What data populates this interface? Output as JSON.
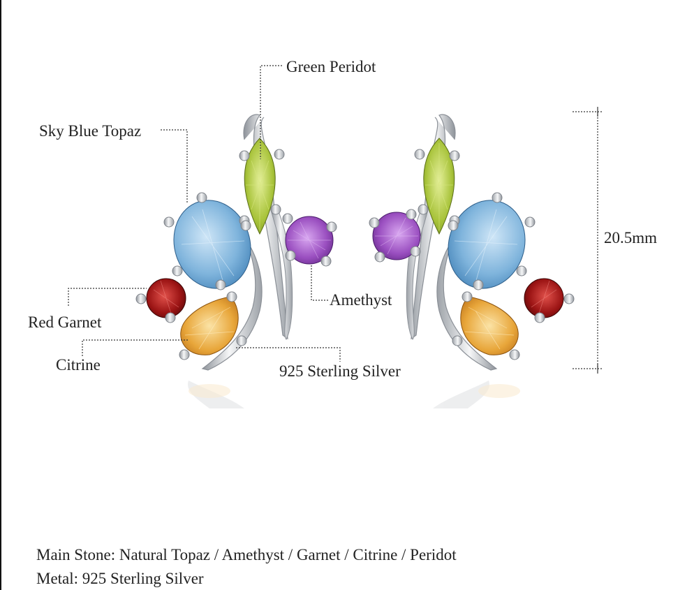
{
  "labels": {
    "green_peridot": "Green Peridot",
    "sky_blue_topaz": "Sky Blue Topaz",
    "amethyst": "Amethyst",
    "red_garnet": "Red Garnet",
    "citrine": "Citrine",
    "sterling_silver": "925 Sterling Silver",
    "dimension": "20.5mm"
  },
  "specs": {
    "main_stone": "Main Stone: Natural Topaz / Amethyst / Garnet / Citrine / Peridot",
    "metal": "Metal: 925 Sterling Silver"
  },
  "colors": {
    "peridot": "#a8c33a",
    "topaz": "#7fb4dc",
    "amethyst": "#9a4fc0",
    "garnet": "#9b1414",
    "citrine": "#e8a63a",
    "silver": "#c9ccd1"
  }
}
